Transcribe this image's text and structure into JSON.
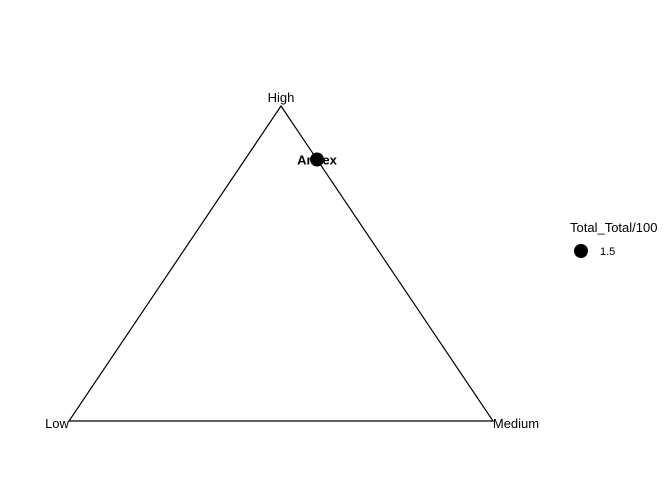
{
  "chart_data": {
    "type": "ternary",
    "axes": {
      "top": "High",
      "left": "Low",
      "right": "Medium"
    },
    "points": [
      {
        "label": "Annex",
        "high": 0.83,
        "low": 0.0,
        "medium": 0.17,
        "size": 1.5,
        "color": "#000000"
      }
    ],
    "legend": {
      "title": "Total_Total/100",
      "entries": [
        {
          "label": "1.5",
          "size": 1.5
        }
      ],
      "placement": "right"
    },
    "grid": false
  }
}
